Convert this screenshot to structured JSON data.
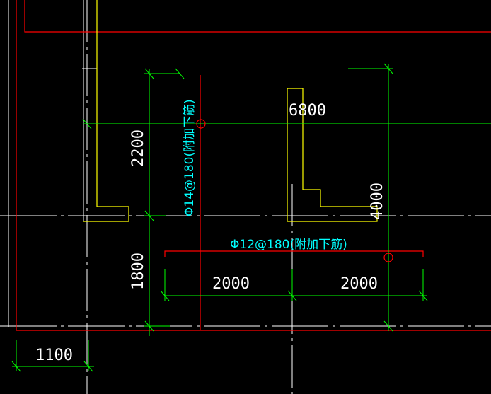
{
  "drawing": {
    "background": "#000000",
    "colors": {
      "axis": "#ffffff",
      "boundary": "#ff0000",
      "wall": "#ffff00",
      "dimension": "#00ff00",
      "rebar_note": "#00ffff",
      "dimension_text": "#ffffff"
    },
    "dimensions": {
      "d2200": "2200",
      "d1800": "1800",
      "d1100": "1100",
      "d6800": "6800",
      "d4000": "4000",
      "d2000_left": "2000",
      "d2000_right": "2000"
    },
    "rebar_notes": {
      "vertical": "Φ14@180(附加下筋)",
      "horizontal": "Φ12@180(附加下筋)"
    }
  }
}
